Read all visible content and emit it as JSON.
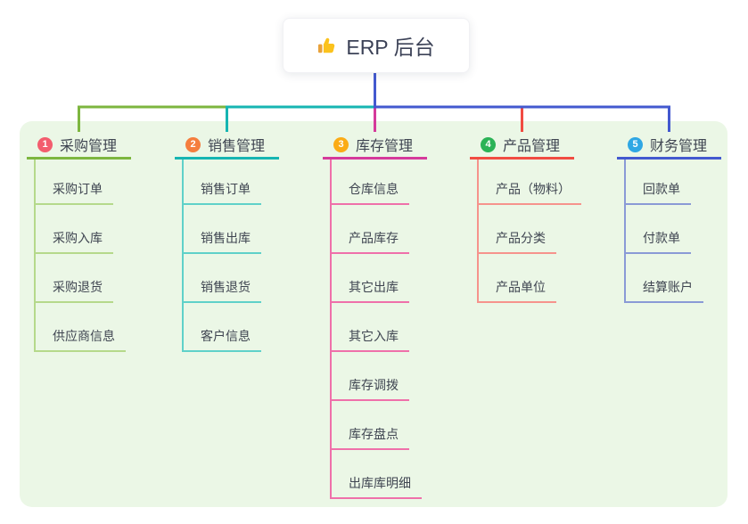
{
  "root": {
    "title": "ERP 后台",
    "icon": "thumbs-up"
  },
  "canvas": {
    "bg": "#ebf7e6"
  },
  "icon_colors": {
    "hand": "#fbc21d",
    "cuff": "#e9a23b"
  },
  "branches": [
    {
      "badge": "1",
      "label": "采购管理",
      "badge_color": "#f35d6e",
      "line_color": "#7db63f",
      "child_line_color": "#b5d98b",
      "children": [
        "采购订单",
        "采购入库",
        "采购退货",
        "供应商信息"
      ]
    },
    {
      "badge": "2",
      "label": "销售管理",
      "badge_color": "#f57e3e",
      "line_color": "#16b5b2",
      "child_line_color": "#5fd1c9",
      "children": [
        "销售订单",
        "销售出库",
        "销售退货",
        "客户信息"
      ]
    },
    {
      "badge": "3",
      "label": "库存管理",
      "badge_color": "#fbac16",
      "line_color": "#d53a9b",
      "child_line_color": "#ef70aa",
      "children": [
        "仓库信息",
        "产品库存",
        "其它出库",
        "其它入库",
        "库存调拨",
        "库存盘点",
        "出库库明细"
      ]
    },
    {
      "badge": "4",
      "label": "产品管理",
      "badge_color": "#2bb356",
      "line_color": "#f14c42",
      "child_line_color": "#f6938c",
      "children": [
        "产品（物料）",
        "产品分类",
        "产品单位"
      ]
    },
    {
      "badge": "5",
      "label": "财务管理",
      "badge_color": "#2fa7e4",
      "line_color": "#4359cf",
      "child_line_color": "#8a9ad6",
      "children": [
        "回款单",
        "付款单",
        "结算账户"
      ]
    }
  ]
}
